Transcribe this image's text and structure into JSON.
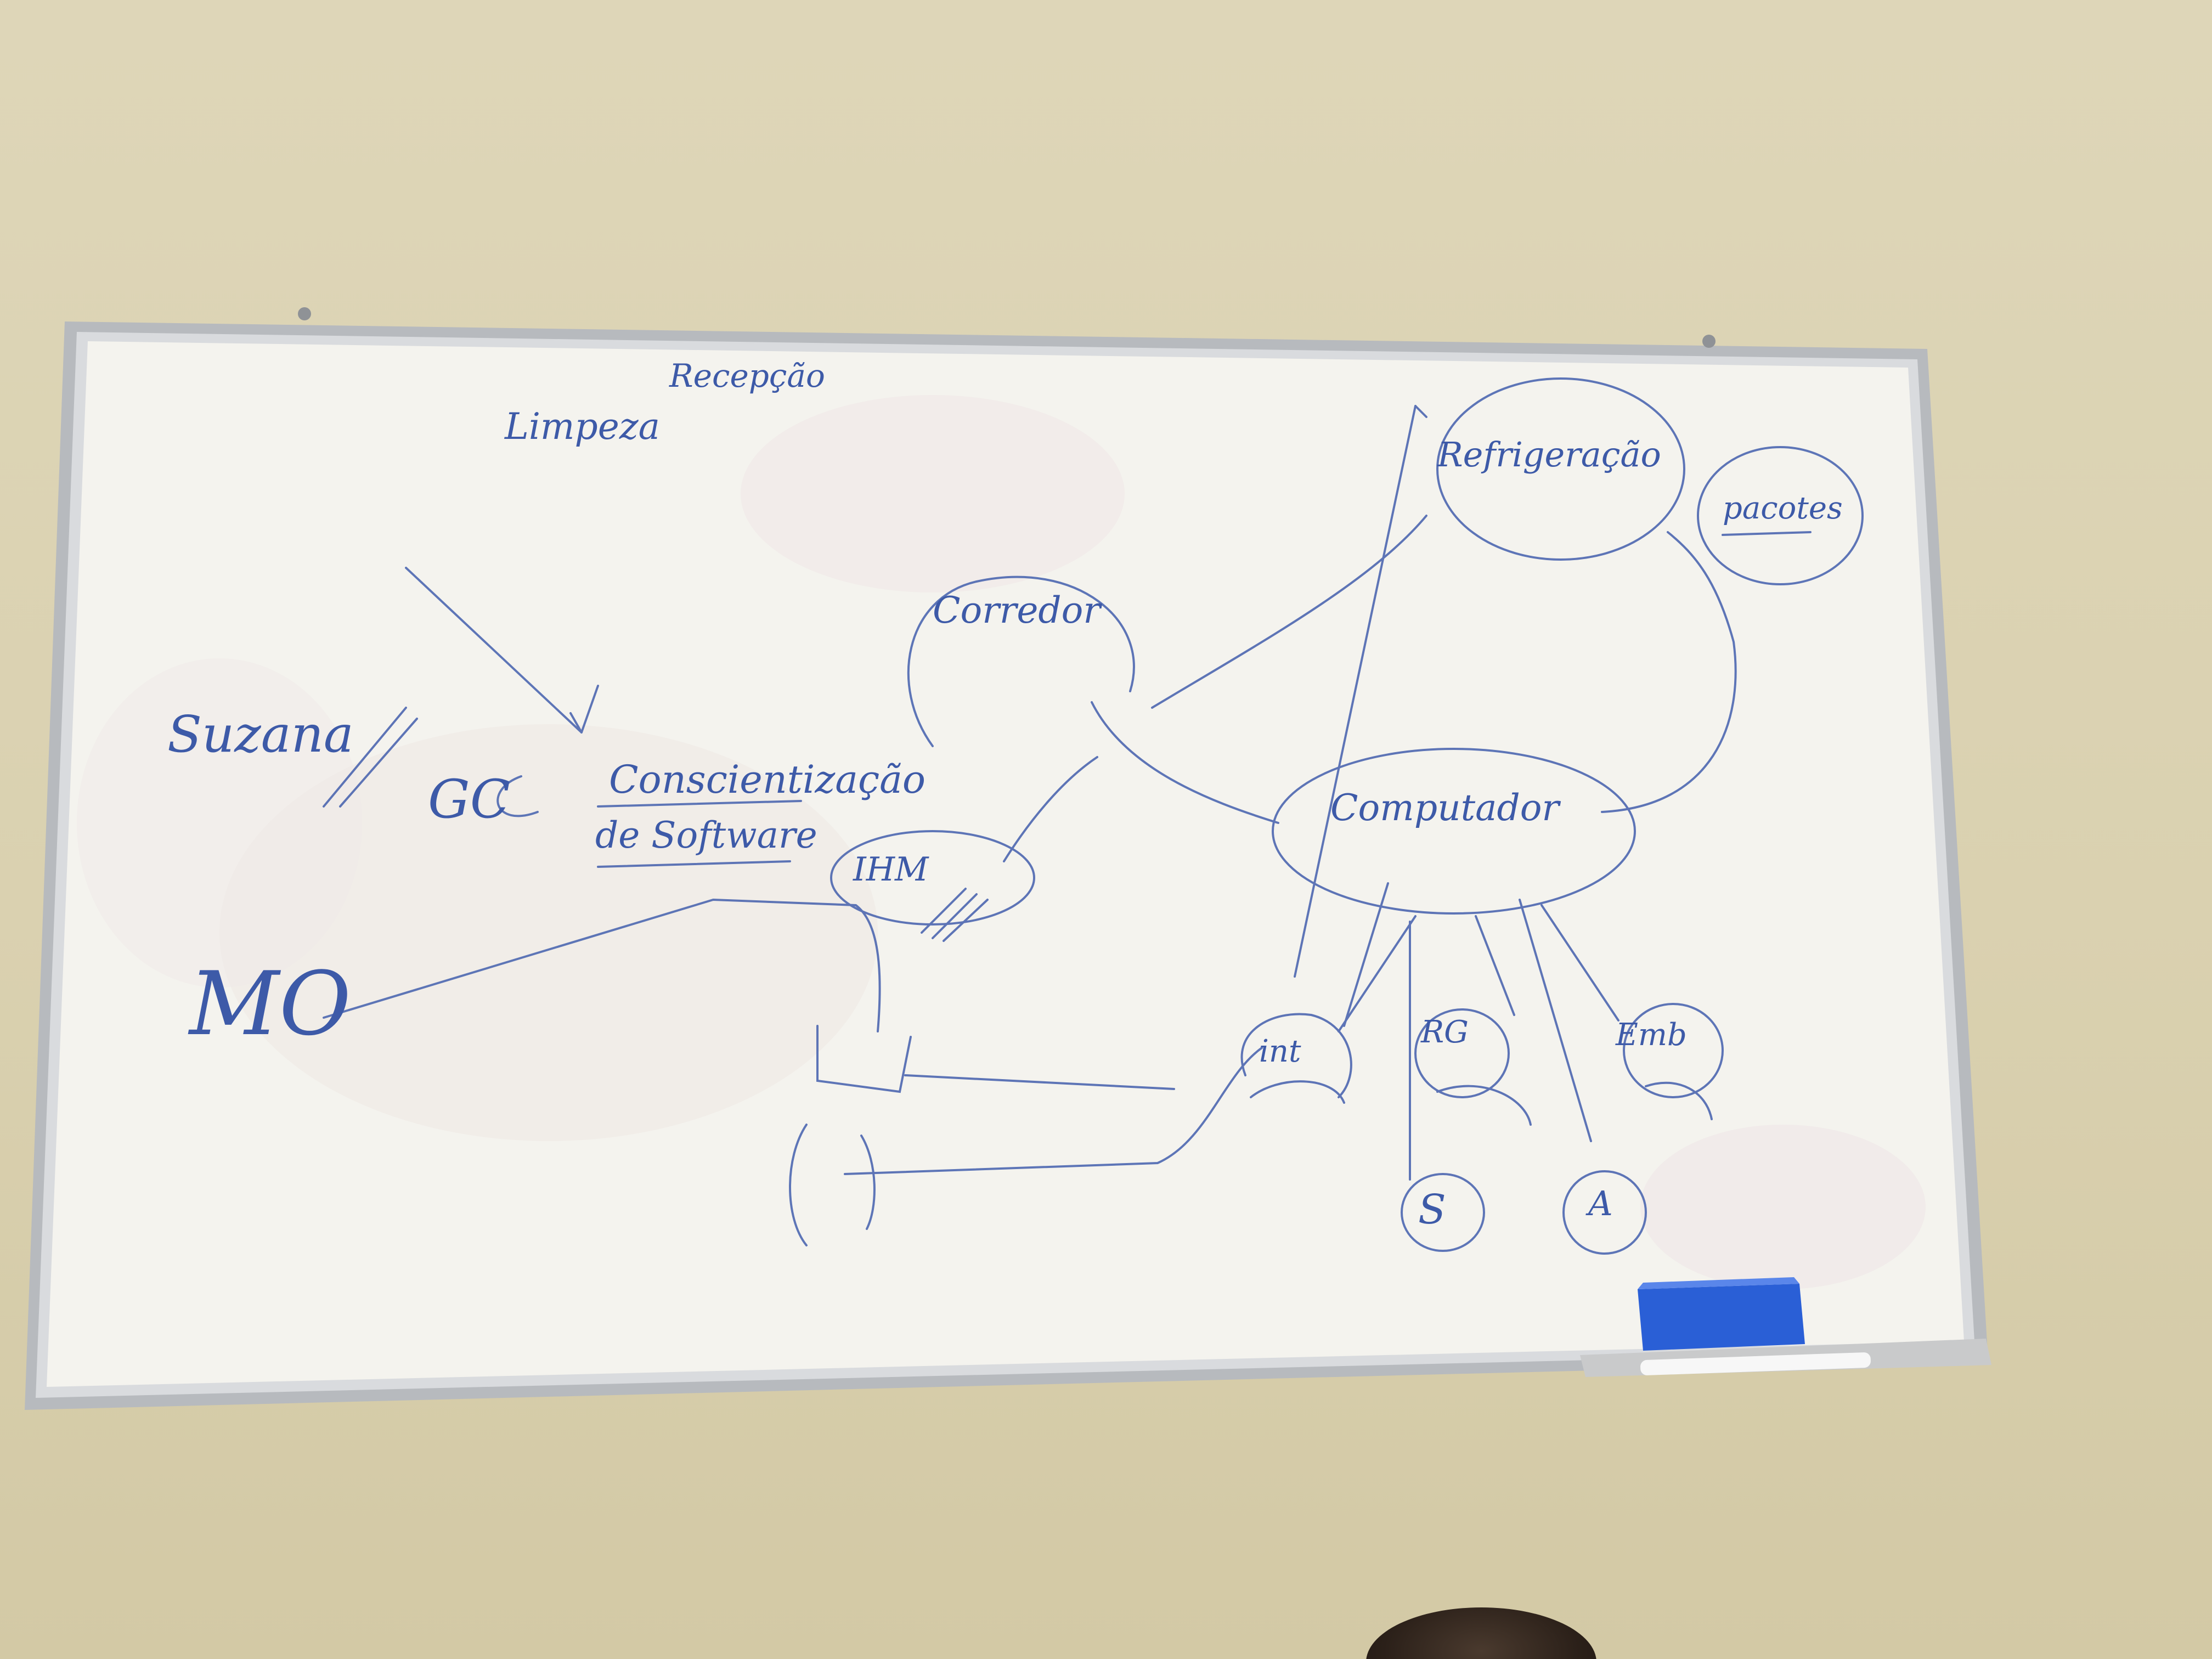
{
  "scene": {
    "description_free": true,
    "colors": {
      "wall": "#dcd3b3",
      "board_surface": "#f4f3ee",
      "frame": "#b9bcc0",
      "marker_ink": "#3d5aa8",
      "eraser": "#2a5fd6",
      "tray": "#c9cacb"
    }
  },
  "whiteboard": {
    "labels": {
      "recepcao": "Recepção",
      "limpeza": "Limpeza",
      "suzana": "Suzana",
      "gc": "GC",
      "conscientizacao": "Conscientização",
      "de_software": "de Software",
      "mo": "MO",
      "corredor": "Corredor",
      "ihm": "IHM",
      "refrigeracao": "Refrigeração",
      "pacotes": "pacotes",
      "computador": "Computador",
      "int": "int",
      "rg": "RG",
      "emb": "Emb",
      "s": "S",
      "a": "A"
    }
  }
}
